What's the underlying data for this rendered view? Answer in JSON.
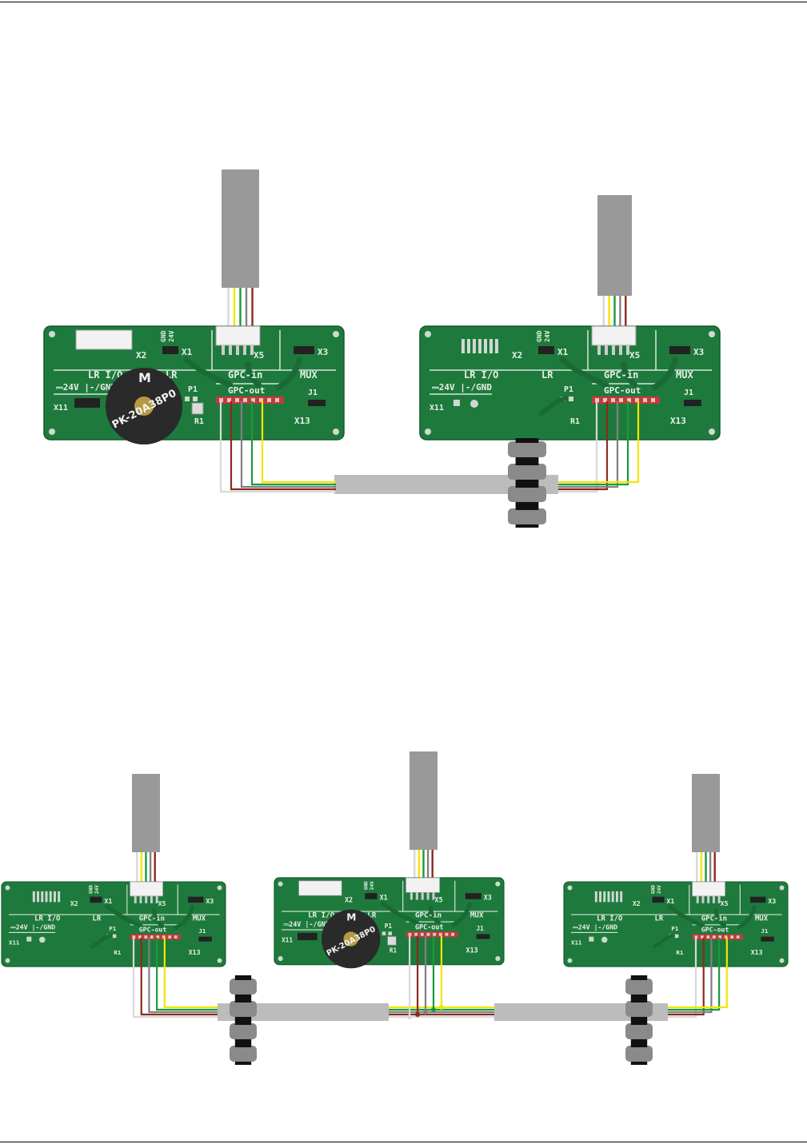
{
  "colors": {
    "pcb": "#1e7a3c",
    "pcb_trace": "#1a6a33",
    "cable": "#bcbcbc",
    "cable_stub": "#999999",
    "grommet": "#8a8a8a",
    "grommet_band": "#111111",
    "wire_white": "#d8d8d8",
    "wire_yellow": "#f2e600",
    "wire_green": "#1a9a3a",
    "wire_grey": "#808080",
    "wire_brown": "#8b2a1e",
    "header_red": "#c23a3a",
    "connector": "#f2f2f2"
  },
  "board_labels": {
    "x2": "X2",
    "x1": "X1",
    "x5": "X5",
    "x3": "X3",
    "gnd": "GND",
    "v24": "24V",
    "lr_io": "LR I/O",
    "lr": "LR",
    "gpc_in": "GPC-in",
    "mux": "MUX",
    "power": "⎓24V |-/GND",
    "gpc_out": "GPC-out",
    "p1": "P1",
    "j1": "J1",
    "x11": "X11",
    "r1": "R1",
    "x13": "X13"
  },
  "buzzer": {
    "label": "PK-20A38P0",
    "mark": "M"
  },
  "diagrams": [
    {
      "id": "two-board",
      "boards": [
        {
          "id": "board-a",
          "variant": "buzzer"
        },
        {
          "id": "board-b",
          "variant": "plain"
        }
      ]
    },
    {
      "id": "three-board",
      "boards": [
        {
          "id": "board-c",
          "variant": "plain"
        },
        {
          "id": "board-d",
          "variant": "buzzer"
        },
        {
          "id": "board-e",
          "variant": "plain"
        }
      ]
    }
  ]
}
